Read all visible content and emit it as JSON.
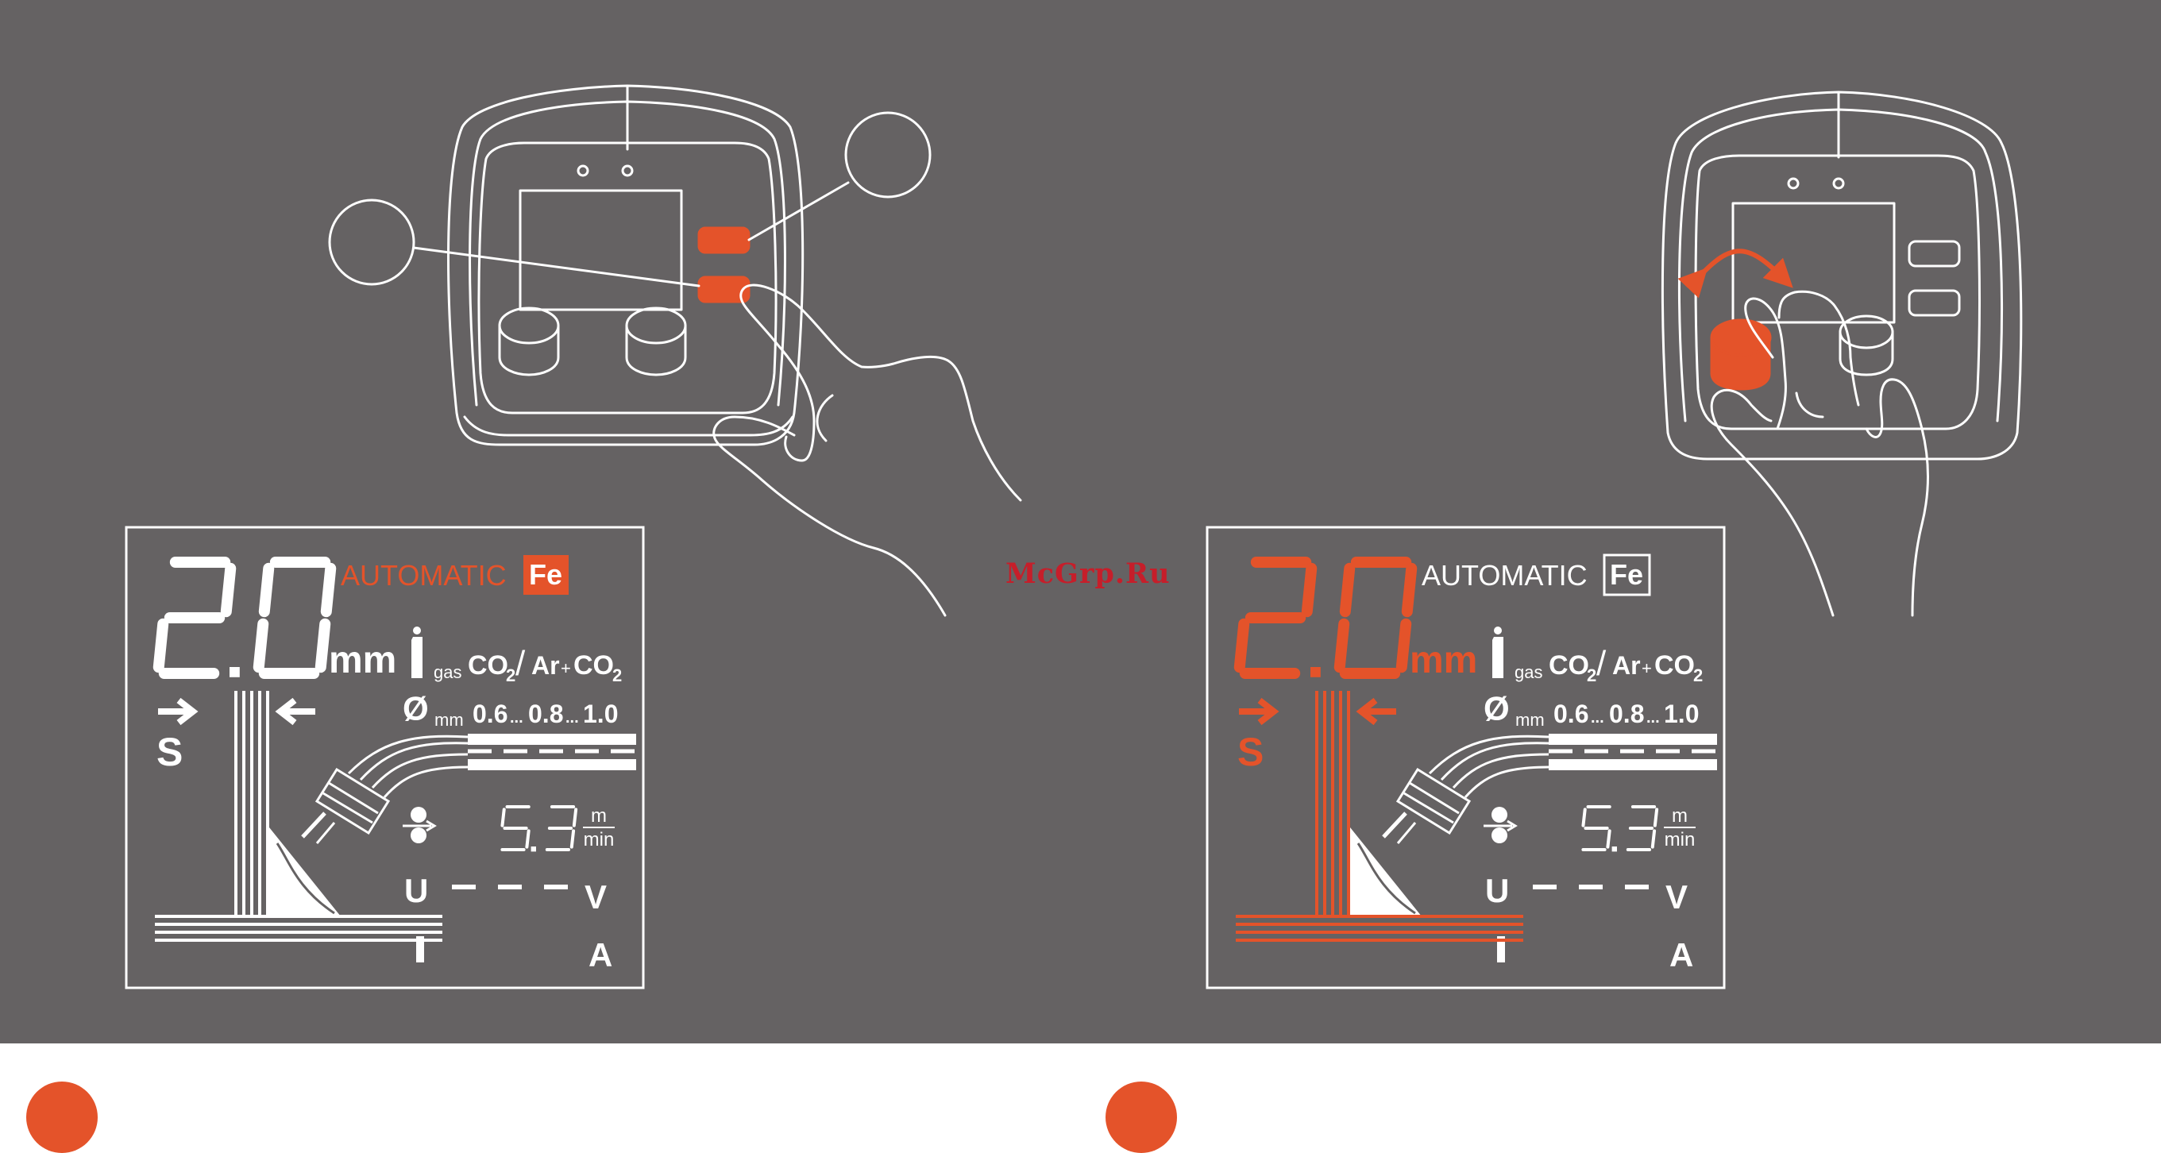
{
  "watermark": "McGrp.Ru",
  "colors": {
    "background": "#656263",
    "accent": "#e4532a",
    "line": "#ffffff"
  },
  "panels": [
    {
      "state": "wire-diameter-selected",
      "highlight": "mode-labels",
      "big_value": "2.0",
      "big_unit": "mm",
      "mode_label": "AUTOMATIC",
      "material_label": "Fe",
      "gas_label": "gas",
      "gas_co2": "CO",
      "gas_co2_sub": "2",
      "gas_sep": "/",
      "gas_mix": "Ar",
      "gas_plus": "+",
      "gas_mix_co2": "CO",
      "gas_mix_co2_sub": "2",
      "diameter_symbol": "Ø",
      "diameter_unit": "mm",
      "diameters": [
        "0.6",
        "...",
        "0.8",
        "...",
        "1.0"
      ],
      "thickness_label": "S",
      "wire_speed": "5.3",
      "wire_speed_unit_top": "m",
      "wire_speed_unit_bottom": "min",
      "voltage_label": "U",
      "voltage_value": "---",
      "voltage_unit": "V",
      "current_label": "I",
      "current_unit": "A"
    },
    {
      "state": "sheet-thickness-selected",
      "highlight": "thickness",
      "big_value": "2.0",
      "big_unit": "mm",
      "mode_label": "AUTOMATIC",
      "material_label": "Fe",
      "gas_label": "gas",
      "gas_co2": "CO",
      "gas_co2_sub": "2",
      "gas_sep": "/",
      "gas_mix": "Ar",
      "gas_plus": "+",
      "gas_mix_co2": "CO",
      "gas_mix_co2_sub": "2",
      "diameter_symbol": "Ø",
      "diameter_unit": "mm",
      "diameters": [
        "0.6",
        "...",
        "0.8",
        "...",
        "1.0"
      ],
      "thickness_label": "S",
      "wire_speed": "5.3",
      "wire_speed_unit_top": "m",
      "wire_speed_unit_bottom": "min",
      "voltage_label": "U",
      "voltage_value": "---",
      "voltage_unit": "V",
      "current_label": "I",
      "current_unit": "A"
    }
  ],
  "illustrations": [
    {
      "name": "left-device",
      "action": "press-lower-button",
      "pointer": "hand-pressing-button"
    },
    {
      "name": "right-device",
      "action": "turn-left-knob",
      "pointer": "hand-turning-knob"
    }
  ]
}
